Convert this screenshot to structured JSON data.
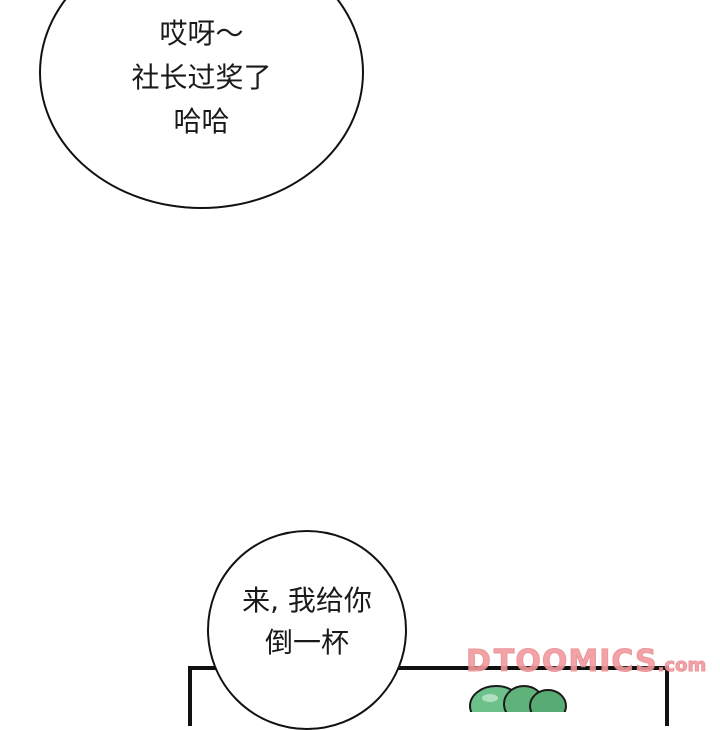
{
  "bubbles": [
    {
      "id": "bubble-1",
      "lines": "哎呀～\n社长过奖了\n哈哈"
    },
    {
      "id": "bubble-2",
      "lines": "来, 我给你\n倒一杯"
    }
  ],
  "watermark": {
    "mark": "D",
    "brand": "TOOMICS",
    "suffix": ".com",
    "color": "#f29a9e"
  },
  "panel": {
    "border_color": "#111111"
  },
  "object": {
    "color": "#5fb37a"
  }
}
